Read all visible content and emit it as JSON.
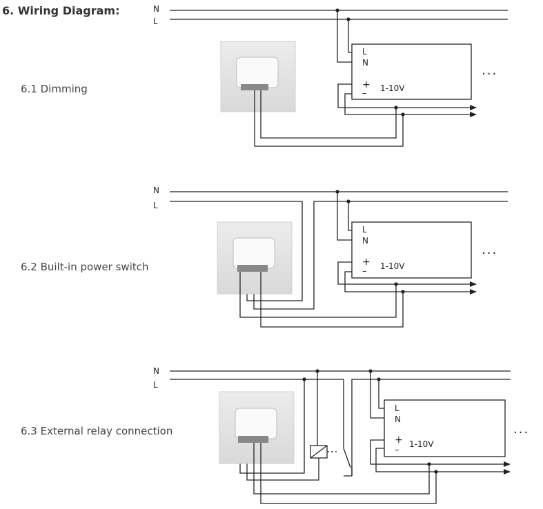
{
  "title": "6. Wiring Diagram:",
  "sections": [
    {
      "label": "6.1 Dimming"
    },
    {
      "label": "6.2 Built-in power switch"
    },
    {
      "label": "6.3 External relay connection"
    }
  ],
  "line_labels": {
    "neutral": "N",
    "live": "L"
  },
  "load_terminals": {
    "live": "L",
    "neutral": "N",
    "plus": "+",
    "minus": "–",
    "signal": "1-10V"
  },
  "more_indicator": "..."
}
